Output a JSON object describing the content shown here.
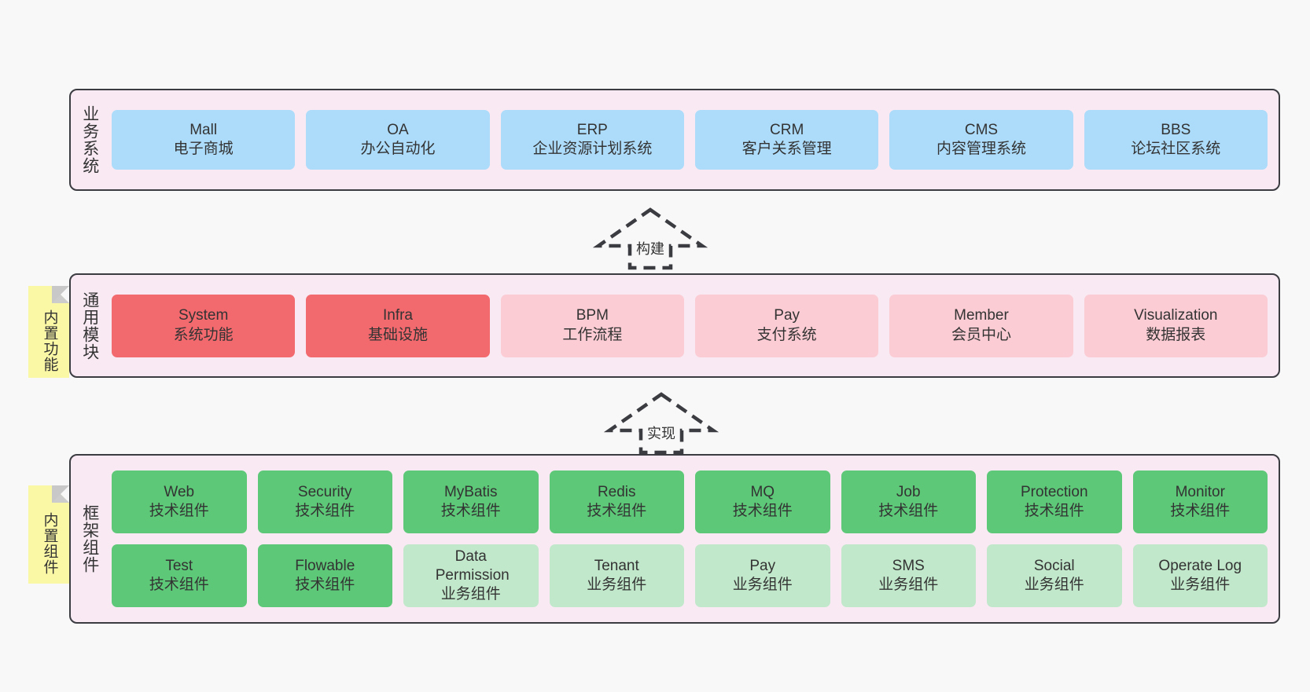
{
  "diagram": {
    "background_color": "#f8f8f8",
    "section_bg": "#f8e9f3",
    "section_border": "#3b3b42",
    "note_color": "#fbf8a5"
  },
  "sections": [
    {
      "id": "business",
      "title": "业务系统",
      "card_color": "#addcfb",
      "cards": [
        {
          "name": "Mall",
          "desc": "电子商城"
        },
        {
          "name": "OA",
          "desc": "办公自动化"
        },
        {
          "name": "ERP",
          "desc": "企业资源计划系统"
        },
        {
          "name": "CRM",
          "desc": "客户关系管理"
        },
        {
          "name": "CMS",
          "desc": "内容管理系统"
        },
        {
          "name": "BBS",
          "desc": "论坛社区系统"
        }
      ]
    },
    {
      "id": "modules",
      "title": "通用模块",
      "note": "内置功能",
      "cards": [
        {
          "name": "System",
          "desc": "系统功能",
          "color": "#f2696e"
        },
        {
          "name": "Infra",
          "desc": "基础设施",
          "color": "#f2696e"
        },
        {
          "name": "BPM",
          "desc": "工作流程",
          "color": "#fbccd4"
        },
        {
          "name": "Pay",
          "desc": "支付系统",
          "color": "#fbccd4"
        },
        {
          "name": "Member",
          "desc": "会员中心",
          "color": "#fbccd4"
        },
        {
          "name": "Visualization",
          "desc": "数据报表",
          "color": "#fbccd4"
        }
      ]
    },
    {
      "id": "framework",
      "title": "框架组件",
      "note": "内置组件",
      "rows": [
        [
          {
            "name": "Web",
            "desc": "技术组件",
            "color": "#5dc878"
          },
          {
            "name": "Security",
            "desc": "技术组件",
            "color": "#5dc878"
          },
          {
            "name": "MyBatis",
            "desc": "技术组件",
            "color": "#5dc878"
          },
          {
            "name": "Redis",
            "desc": "技术组件",
            "color": "#5dc878"
          },
          {
            "name": "MQ",
            "desc": "技术组件",
            "color": "#5dc878"
          },
          {
            "name": "Job",
            "desc": "技术组件",
            "color": "#5dc878"
          },
          {
            "name": "Protection",
            "desc": "技术组件",
            "color": "#5dc878"
          },
          {
            "name": "Monitor",
            "desc": "技术组件",
            "color": "#5dc878"
          }
        ],
        [
          {
            "name": "Test",
            "desc": "技术组件",
            "color": "#5dc878"
          },
          {
            "name": "Flowable",
            "desc": "技术组件",
            "color": "#5dc878"
          },
          {
            "name": "Data Permission",
            "desc": "业务组件",
            "color": "#c2e8cb"
          },
          {
            "name": "Tenant",
            "desc": "业务组件",
            "color": "#c2e8cb"
          },
          {
            "name": "Pay",
            "desc": "业务组件",
            "color": "#c2e8cb"
          },
          {
            "name": "SMS",
            "desc": "业务组件",
            "color": "#c2e8cb"
          },
          {
            "name": "Social",
            "desc": "业务组件",
            "color": "#c2e8cb"
          },
          {
            "name": "Operate Log",
            "desc": "业务组件",
            "color": "#c2e8cb"
          }
        ]
      ]
    }
  ],
  "arrows": [
    {
      "id": "build",
      "label": "构建"
    },
    {
      "id": "implement",
      "label": "实现"
    }
  ]
}
